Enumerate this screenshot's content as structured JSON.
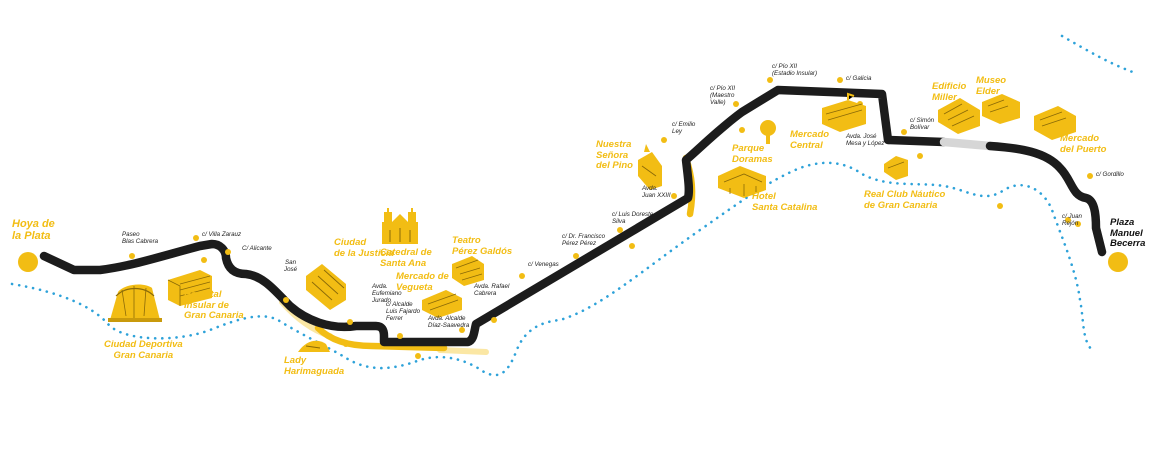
{
  "colors": {
    "route": "#1c1c1c",
    "accent": "#f2bd14",
    "accent_pale": "#fbe7a4",
    "route_light": "#d6d6d6",
    "coast": "#2ea2d9"
  },
  "terminals": {
    "start": {
      "name": "Hoya de\nla Plata"
    },
    "end": {
      "name": "Plaza\nManuel\nBecerra"
    }
  },
  "stops": [
    {
      "id": "paseo-blas-cabrera",
      "name": "Paseo\nBlas Cabrera"
    },
    {
      "id": "villa-zarauz",
      "name": "c/ Villa Zarauz"
    },
    {
      "id": "alicante",
      "name": "C/ Alicante"
    },
    {
      "id": "san-jose",
      "name": "San\nJosé"
    },
    {
      "id": "eufemiano-jurado",
      "name": "Avda.\nEufemiano\nJurado"
    },
    {
      "id": "luis-fajardo",
      "name": "c/ Alcalde\nLuis Fajardo\nFerrer"
    },
    {
      "id": "diaz-saavedra",
      "name": "Avda. Alcalde\nDíaz-Saavedra"
    },
    {
      "id": "rafael-cabrera",
      "name": "Avda. Rafael\nCabrera"
    },
    {
      "id": "venegas",
      "name": "c/ Venegas"
    },
    {
      "id": "francisco-perez",
      "name": "c/ Dr. Francisco\nPérez Pérez"
    },
    {
      "id": "luis-doreste",
      "name": "c/ Luis Doreste\nSilva"
    },
    {
      "id": "juan-xxiii",
      "name": "Avda.\nJuan XXIII"
    },
    {
      "id": "emilio-ley",
      "name": "c/ Emilio\nLey"
    },
    {
      "id": "pio-xii-valle",
      "name": "c/ Pío XII\n(Maestro\nValle)"
    },
    {
      "id": "pio-xii-estadio",
      "name": "c/ Pío XII\n(Estadio Insular)"
    },
    {
      "id": "galicia",
      "name": "c/ Galicia"
    },
    {
      "id": "mesa-lopez",
      "name": "Avda. José\nMesa y López"
    },
    {
      "id": "simon-bolivar",
      "name": "c/ Simón\nBolívar"
    },
    {
      "id": "gordillo",
      "name": "c/ Gordillo"
    },
    {
      "id": "juan-rejon",
      "name": "c/ Juan\nRejón"
    }
  ],
  "landmarks": [
    {
      "id": "ciudad-deportiva",
      "name": "Ciudad Deportiva\nGran Canaria"
    },
    {
      "id": "hospital-insular",
      "name": "Hospital\nInsular de\nGran Canaria"
    },
    {
      "id": "lady-harimaguada",
      "name": "Lady\nHarimaguada"
    },
    {
      "id": "ciudad-justicia",
      "name": "Ciudad\nde la Justicia"
    },
    {
      "id": "catedral",
      "name": "Catedral de\nSanta Ana"
    },
    {
      "id": "mercado-vegueta",
      "name": "Mercado de\nVegueta"
    },
    {
      "id": "teatro-perez-galdos",
      "name": "Teatro\nPérez Galdós"
    },
    {
      "id": "nuestra-senora-pino",
      "name": "Nuestra\nSeñora\ndel Pino"
    },
    {
      "id": "parque-doramas",
      "name": "Parque\nDoramas"
    },
    {
      "id": "hotel-santa-catalina",
      "name": "Hotel\nSanta Catalina"
    },
    {
      "id": "mercado-central",
      "name": "Mercado\nCentral"
    },
    {
      "id": "real-club-nautico",
      "name": "Real Club Náutico\nde Gran Canaria"
    },
    {
      "id": "edificio-miller",
      "name": "Edificio\nMiller"
    },
    {
      "id": "museo-elder",
      "name": "Museo\nElder"
    },
    {
      "id": "mercado-puerto",
      "name": "Mercado\ndel Puerto"
    }
  ]
}
